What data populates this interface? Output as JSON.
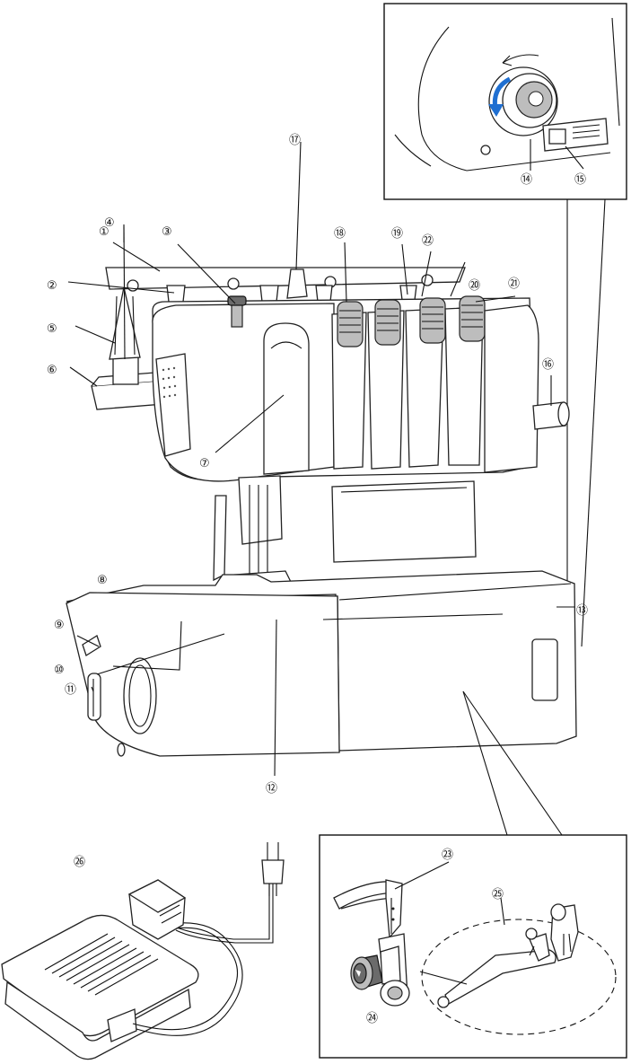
{
  "callouts": [
    {
      "id": "c1",
      "label": "①"
    },
    {
      "id": "c2",
      "label": "②"
    },
    {
      "id": "c3",
      "label": "③"
    },
    {
      "id": "c4",
      "label": "④"
    },
    {
      "id": "c5",
      "label": "⑤"
    },
    {
      "id": "c6",
      "label": "⑥"
    },
    {
      "id": "c7",
      "label": "⑦"
    },
    {
      "id": "c8",
      "label": "⑧"
    },
    {
      "id": "c9",
      "label": "⑨"
    },
    {
      "id": "c10",
      "label": "⑩"
    },
    {
      "id": "c11",
      "label": "⑪"
    },
    {
      "id": "c12",
      "label": "⑫"
    },
    {
      "id": "c13",
      "label": "⑬"
    },
    {
      "id": "c14",
      "label": "⑭"
    },
    {
      "id": "c15",
      "label": "⑮"
    },
    {
      "id": "c16",
      "label": "⑯"
    },
    {
      "id": "c17",
      "label": "⑰"
    },
    {
      "id": "c18",
      "label": "⑱"
    },
    {
      "id": "c19",
      "label": "⑲"
    },
    {
      "id": "c20",
      "label": "⑳"
    },
    {
      "id": "c21",
      "label": "㉑"
    },
    {
      "id": "c22",
      "label": "㉒"
    },
    {
      "id": "c23",
      "label": "㉓"
    },
    {
      "id": "c24",
      "label": "㉔"
    },
    {
      "id": "c25",
      "label": "㉕"
    },
    {
      "id": "c26",
      "label": "㉖"
    }
  ],
  "colors": {
    "line": "#111111",
    "fill_light": "#ffffff",
    "fill_grey": "#bdbdbd",
    "fill_dark": "#6b6b6b",
    "arrow_blue": "#1f6fd1"
  },
  "icons": {
    "inset_handwheel": "handwheel-rotation-arrow-icon",
    "foot_controller": "foot-pedal-icon",
    "plug": "power-plug-icon"
  }
}
